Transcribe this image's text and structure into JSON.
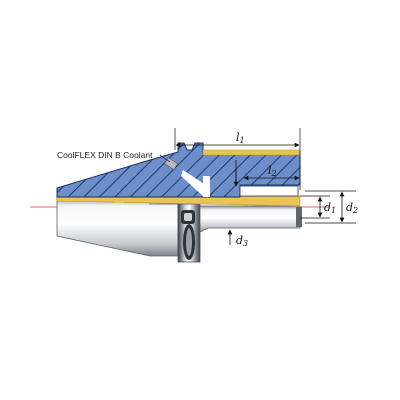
{
  "callout_label": "CoolFLEX DIN B Coolant",
  "dimensions": {
    "l1": "l1",
    "l2": "l2",
    "d1": "d1",
    "d2": "d2",
    "d3": "d3"
  },
  "colors": {
    "body_blue": "#6c8fca",
    "hatch": "#243c78",
    "gold": "#e8c356",
    "steel_light": "#eceef2",
    "steel_dark": "#8a8f99",
    "centerline": "#d93535"
  }
}
